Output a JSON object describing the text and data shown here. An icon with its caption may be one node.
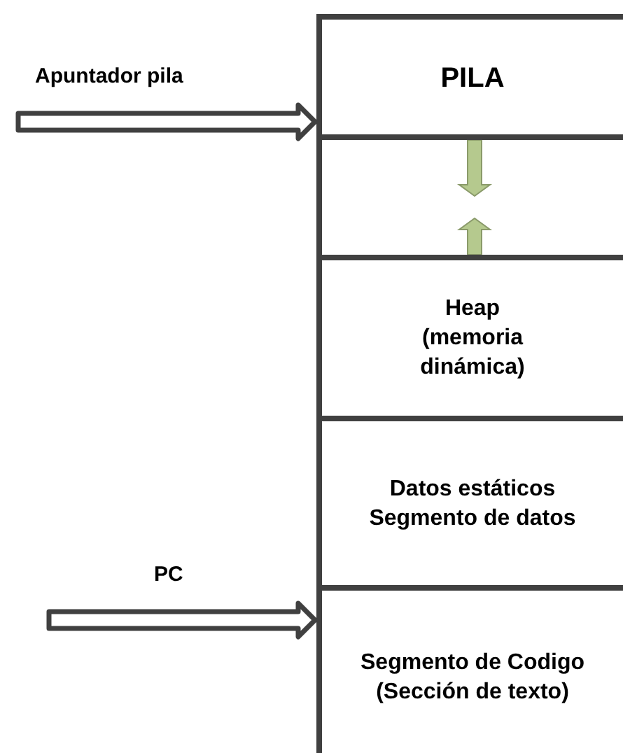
{
  "diagram": {
    "nodes": [
      {
        "text": [
          "PILA"
        ]
      },
      {
        "text": [],
        "shape": "box"
      },
      {
        "text": [
          "Heap (memoria dinámica)"
        ]
      },
      {
        "text": [
          "Datos estáticos Segmento de datos"
        ]
      },
      {
        "text": [
          "Segmento de Codigo (Sección de texto)"
        ]
      }
    ],
    "edges": [
      {
        "from": null,
        "to": 0,
        "arrow": "to",
        "label": "Apuntador pila",
        "style": "thick"
      },
      {
        "from": null,
        "to": 4,
        "arrow": "to",
        "label": "PC",
        "style": "thick"
      }
    ]
  }
}
